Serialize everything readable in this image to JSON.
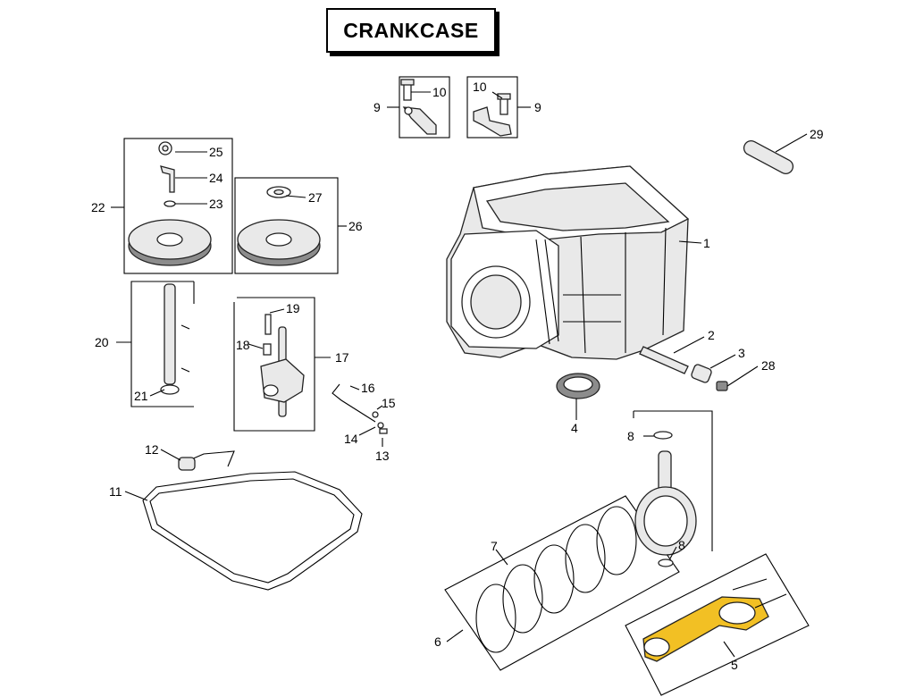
{
  "title": "CRANKCASE",
  "colors": {
    "highlight": "#f2c024",
    "line": "#000000",
    "background": "#ffffff"
  },
  "callouts": {
    "c1": "1",
    "c2": "2",
    "c3": "3",
    "c4": "4",
    "c5": "5",
    "c6": "6",
    "c7": "7",
    "c8a": "8",
    "c8b": "8",
    "c9a": "9",
    "c9b": "9",
    "c10a": "10",
    "c10b": "10",
    "c11": "11",
    "c12": "12",
    "c13": "13",
    "c14": "14",
    "c15": "15",
    "c16": "16",
    "c17": "17",
    "c18": "18",
    "c19": "19",
    "c20": "20",
    "c21": "21",
    "c22": "22",
    "c23": "23",
    "c24": "24",
    "c25": "25",
    "c26": "26",
    "c27": "27",
    "c28": "28",
    "c29": "29"
  }
}
